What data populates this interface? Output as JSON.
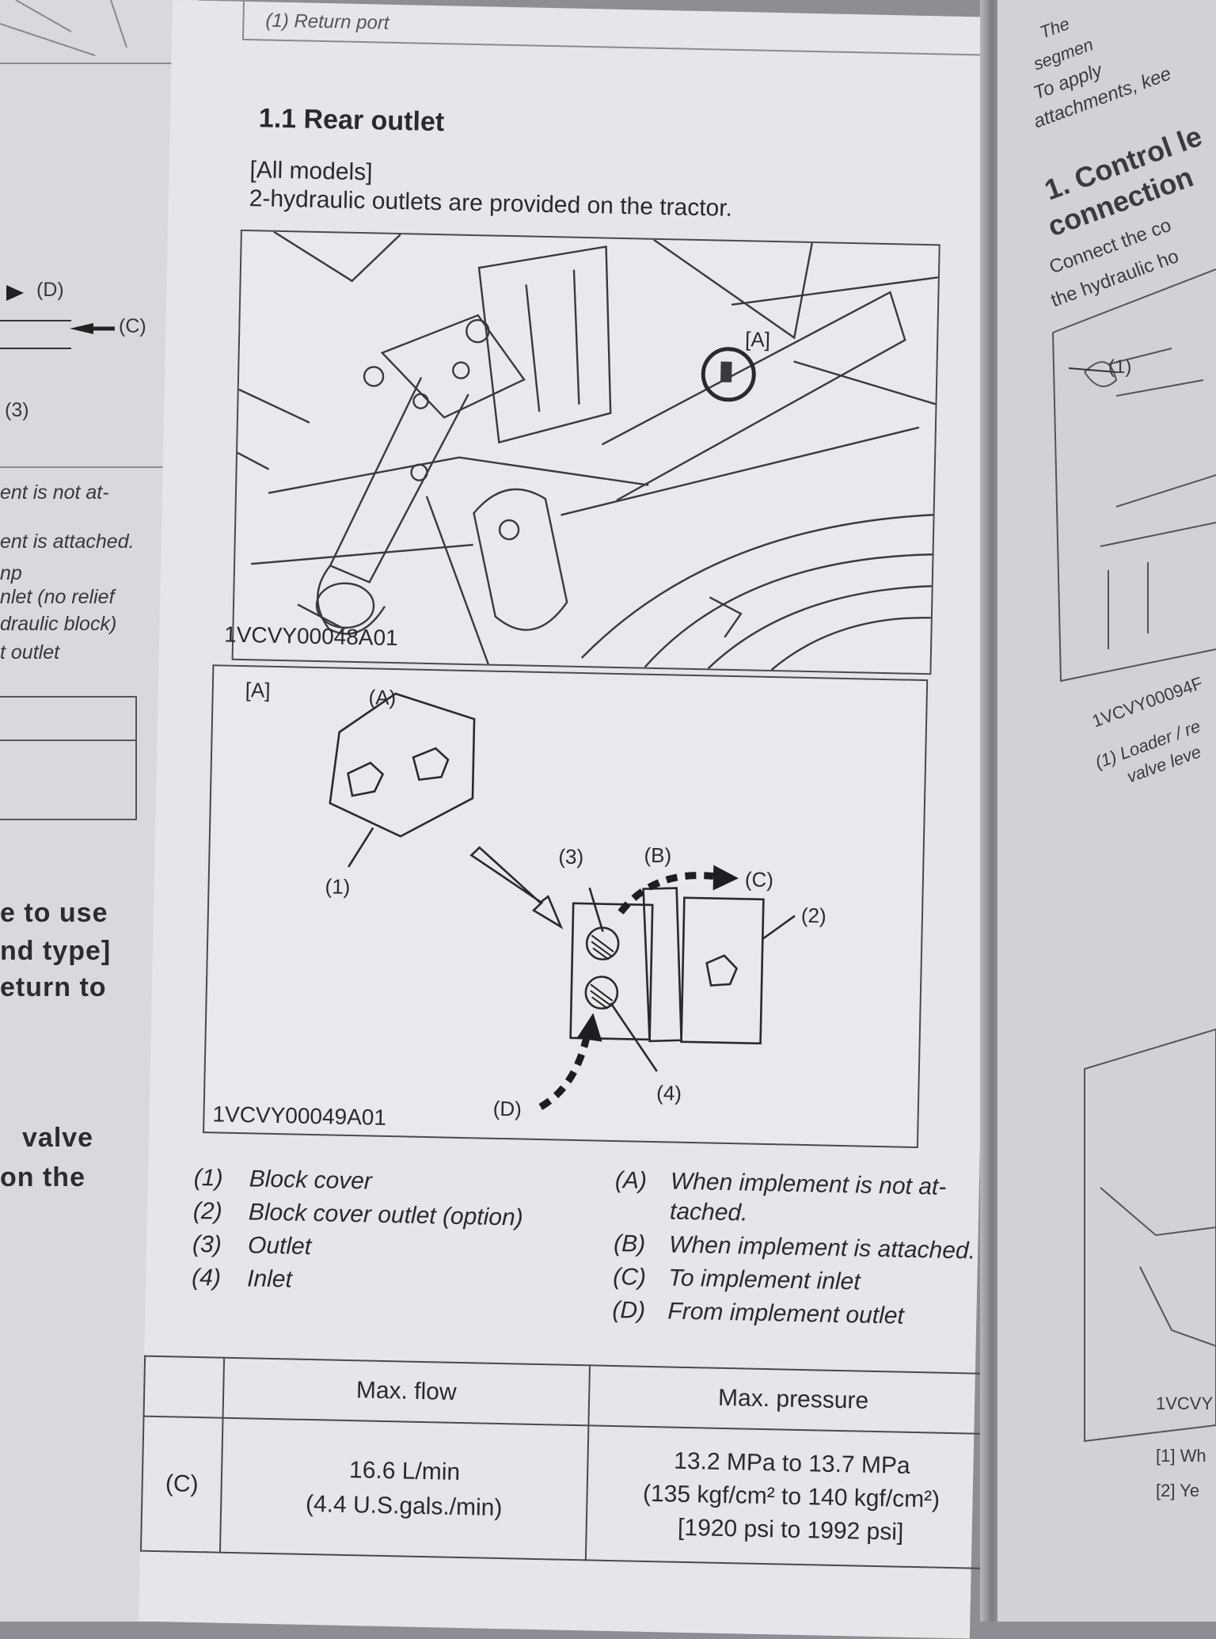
{
  "left_page": {
    "labels": [
      "(D)",
      "(C)",
      "(3)"
    ],
    "lines": [
      "ent is not at-",
      "ent is attached.",
      "np",
      "nlet (no relief",
      "draulic block)",
      "t outlet"
    ],
    "bold_lines": [
      "e to use",
      "nd type]",
      "eturn to",
      "valve",
      "on the"
    ]
  },
  "main_page": {
    "top_caption": "(1)  Return port",
    "section_title": "1.1 Rear outlet",
    "paragraph_1": "[All models]",
    "paragraph_2": "2-hydraulic outlets are provided on the tractor.",
    "figure_1": {
      "inset_label": "[A]",
      "id": "1VCVY00048A01"
    },
    "figure_2": {
      "label": "[A]",
      "callouts": {
        "a": "(A)",
        "one": "(1)",
        "three": "(3)",
        "b": "(B)",
        "c": "(C)",
        "two": "(2)",
        "d": "(D)",
        "four": "(4)"
      },
      "id": "1VCVY00049A01"
    },
    "legend_left": [
      {
        "num": "(1)",
        "text": "Block cover"
      },
      {
        "num": "(2)",
        "text": "Block cover outlet (option)"
      },
      {
        "num": "(3)",
        "text": "Outlet"
      },
      {
        "num": "(4)",
        "text": "Inlet"
      }
    ],
    "legend_right": [
      {
        "num": "(A)",
        "text": "When implement is not at-"
      },
      {
        "num": "",
        "text": "tached."
      },
      {
        "num": "(B)",
        "text": "When implement is attached."
      },
      {
        "num": "(C)",
        "text": "To implement inlet"
      },
      {
        "num": "(D)",
        "text": "From implement outlet"
      }
    ],
    "table": {
      "headers": [
        "",
        "Max. flow",
        "Max. pressure"
      ],
      "row_label": "(C)",
      "flow_1": "16.6 L/min",
      "flow_2": "(4.4 U.S.gals./min)",
      "pressure_1": "13.2 MPa to 13.7 MPa",
      "pressure_2": "(135 kgf/cm² to 140 kgf/cm²)",
      "pressure_3": "[1920 psi to 1992 psi]"
    }
  },
  "right_page": {
    "top_lines": [
      "The",
      "segmen",
      "To apply",
      "attachments, kee"
    ],
    "heading_1": "1. Control le",
    "heading_2": "connection",
    "body_1": "Connect the co",
    "body_2": "the hydraulic ho",
    "callout": "(1)",
    "fig_id": "1VCVY00094F",
    "legend_1": "(1)  Loader / re",
    "legend_2": "valve leve",
    "fig_id_2": "1VCVY",
    "item_1": "[1]  Wh",
    "item_2": "[2]  Ye"
  }
}
